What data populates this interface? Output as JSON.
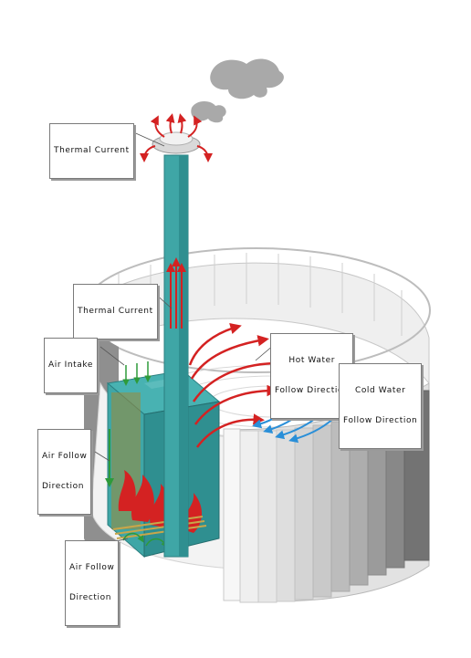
{
  "labels": {
    "thermal_current_top": "Thermal Current",
    "thermal_current_mid": "Thermal Current",
    "air_intake": "Air Intake",
    "hot_water_line1": "Hot Water",
    "hot_water_line2": "Follow Direction",
    "cold_water_line1": "Cold Water",
    "cold_water_line2": "Follow Direction",
    "air_follow_1_line1": "Air Follow",
    "air_follow_1_line2": "Direction",
    "air_follow_2_line1": "Air Follow",
    "air_follow_2_line2": "Direction"
  },
  "colors": {
    "stove": "#3fa6a6",
    "stove_dark": "#2b7f80",
    "hot_arrow": "#d42222",
    "cold_arrow": "#2a8fd8",
    "smoke": "#a9a9a9",
    "wall": "#e4e4e4"
  }
}
